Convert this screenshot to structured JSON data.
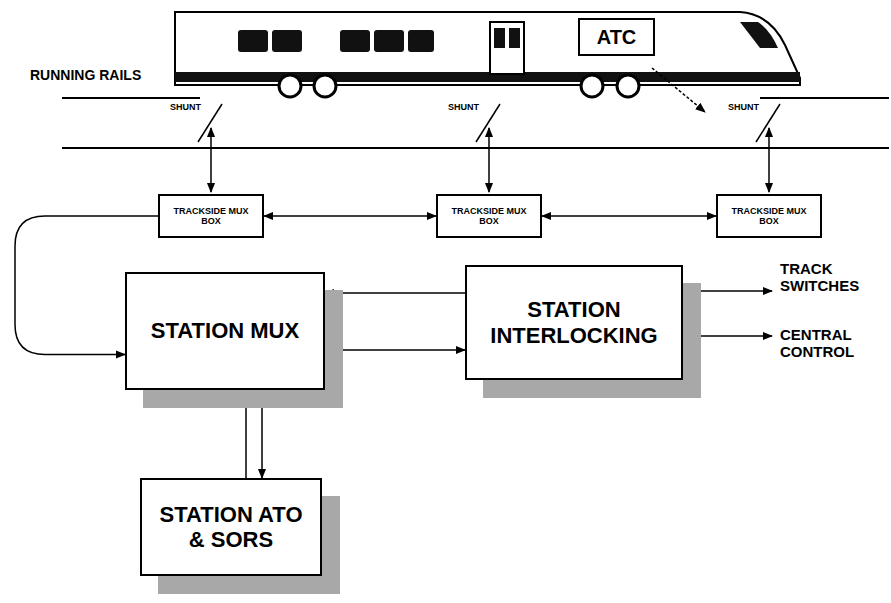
{
  "diagram": {
    "nodes": [
      {
        "text": [
          "ATC"
        ]
      },
      {
        "text": [
          "TRACKSIDE MUX BOX"
        ]
      },
      {
        "text": [
          "TRACKSIDE MUX BOX"
        ]
      },
      {
        "text": [
          "TRACKSIDE MUX BOX"
        ]
      },
      {
        "text": [
          "STATION MUX"
        ]
      },
      {
        "text": [
          "STATION INTERLOCKING"
        ]
      },
      {
        "text": [
          "STATION ATO & SORS"
        ]
      }
    ],
    "edges": [
      {
        "from": 1,
        "to": 2,
        "arrow": "both"
      },
      {
        "from": 2,
        "to": 3,
        "arrow": "both"
      },
      {
        "from": 1,
        "to": 4,
        "arrow": "to"
      },
      {
        "from": 5,
        "to": 4,
        "arrow": "to"
      },
      {
        "from": 4,
        "to": 5,
        "arrow": "to"
      },
      {
        "from": 6,
        "to": 4,
        "arrow": "to"
      },
      {
        "from": 4,
        "to": 6,
        "arrow": "to"
      }
    ],
    "labels": [
      "RUNNING RAILS",
      "SHUNT",
      "SHUNT",
      "SHUNT",
      "TRACK SWITCHES",
      "CENTRAL CONTROL"
    ]
  }
}
